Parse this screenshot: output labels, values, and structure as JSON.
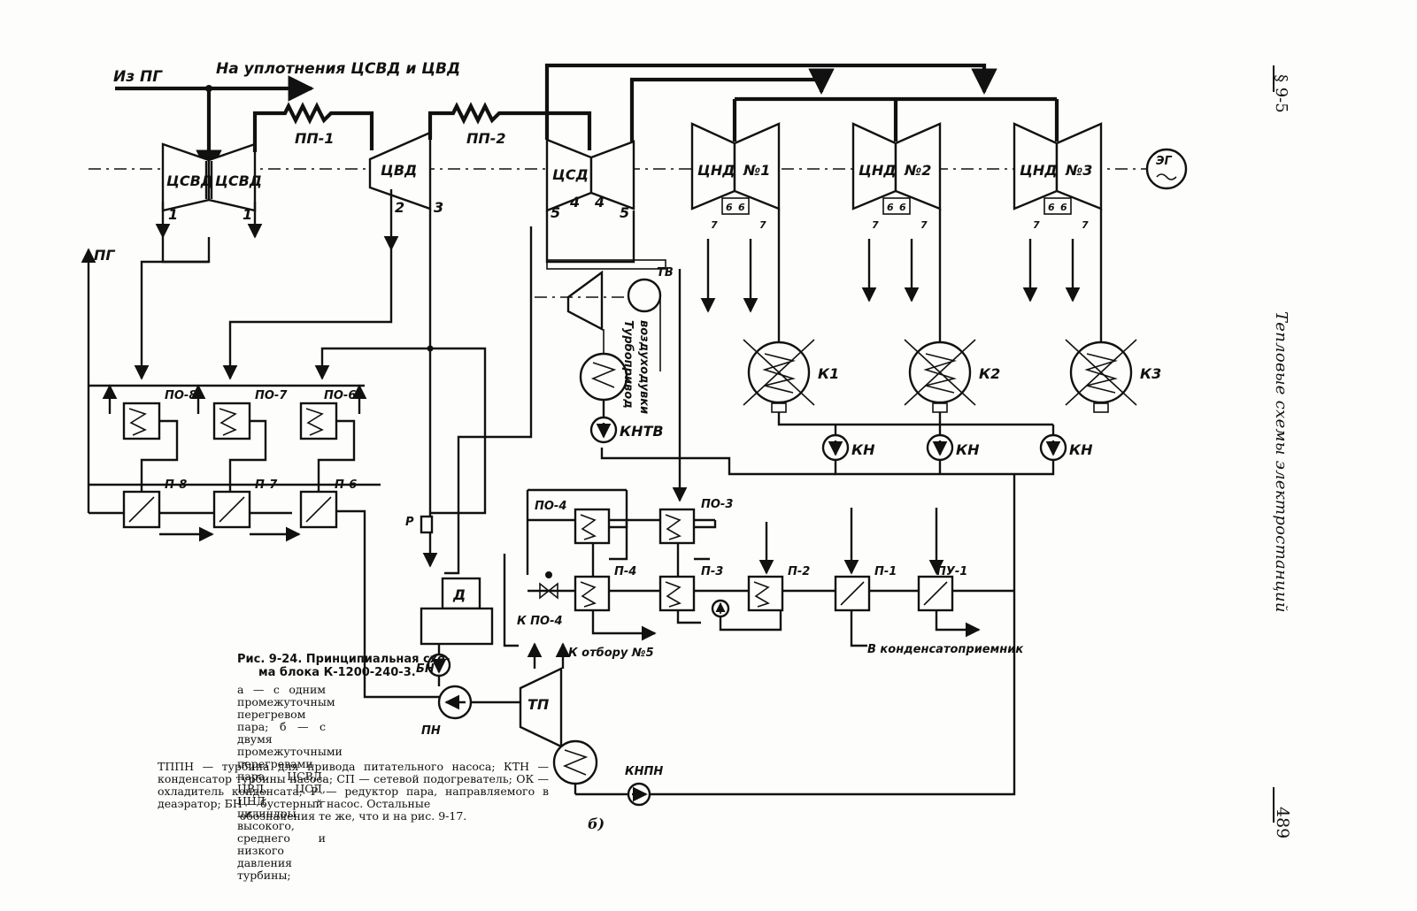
{
  "diagram": {
    "steam_lines": {
      "from_generator": "Из ПГ",
      "to_seals": "На уплотнения ЦСВД и ЦВД",
      "to_generator": "ПГ"
    },
    "turbine_cylinders": {
      "chvd": "ЦСВД",
      "hp": "ЦВД",
      "ip": "ЦСД",
      "lp_1": "ЦНД",
      "lp_2": "ЦНД",
      "lp_3": "ЦНД",
      "lp_1_number": "№1",
      "lp_2_number": "№2",
      "lp_3_number": "№3"
    },
    "reheaters": {
      "rh_1": "ПП-1",
      "rh_2": "ПП-2"
    },
    "generator": {
      "label": "ЭГ"
    },
    "extraction_numbers": [
      "1",
      "2",
      "3",
      "4",
      "5",
      "6",
      "7"
    ],
    "blower_drive": {
      "turbine": "ТВ",
      "label_line1": "Турбопривод",
      "label_line2": "воздуходувки",
      "condensate_pump": "КНТВ"
    },
    "condensers": {
      "k1": "К1",
      "k2": "К2",
      "k3": "К3"
    },
    "condensate_pumps": {
      "kn_1": "КН",
      "kn_2": "КН",
      "kn_3": "КН"
    },
    "hp_heaters": {
      "po_8": "ПО-8",
      "po_7": "ПО-7",
      "po_6": "ПО-6",
      "p_8": "П-8",
      "p_7": "П-7",
      "p_6": "П-6"
    },
    "lp_heaters": {
      "po_4": "ПО-4",
      "po_3": "ПО-3",
      "p_4": "П-4",
      "p_3": "П-3",
      "p_2": "П-2",
      "p_1": "П-1",
      "pu_1": "ПУ-1"
    },
    "deaerator": {
      "label": "Д",
      "reducer": "Р"
    },
    "feed_pumps": {
      "booster": "БН",
      "feed": "ПН",
      "turbine": "ТП",
      "turbine_condensate_pump": "КНПН"
    },
    "annotations": {
      "to_po4": "К ПО-4",
      "to_extraction_5": "К отбору №5",
      "to_condensate_receiver": "В конденсатоприемник"
    }
  },
  "caption": {
    "title_line1": "Рис. 9-24. Принципиальная схе-",
    "title_line2": "ма блока К-1200-240-3.",
    "body": "а — с одним промежуточным перегревом пара; б — с двумя промежуточными перегревами пара. ЦСВД, ЦВД, ЦСД, ЦНД — цилиндры высокого, среднего и низкого давления турбины;",
    "body_wide": "ТППН — турбина для привода питательного насоса; КТН — конденсатор турбины насоса; СП — сетевой подогреватель; ОК — охладитель конденсата; Р — редуктор пара, направляемого в деаэратор; БН — бустерный насос. Остальные",
    "body_last": "обозначения те же, что и на рис. 9-17."
  },
  "variant_label": "б)",
  "margin": {
    "section": "§ 9-5",
    "running_head": "Тепловые схемы электростанций",
    "page_number": "489"
  }
}
